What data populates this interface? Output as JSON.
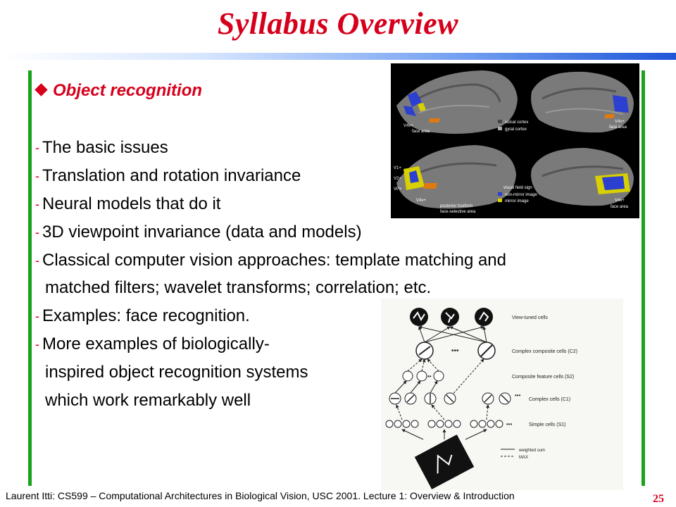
{
  "title": "Syllabus Overview",
  "section": "Object recognition",
  "items": [
    "The basic issues",
    "Translation and rotation invariance",
    "Neural models that do it",
    "3D viewpoint invariance (data and models)",
    "Classical computer vision approaches: template matching and",
    "matched filters; wavelet transforms; correlation; etc.",
    "Examples: face recognition.",
    "More examples of biologically-",
    "inspired object recognition systems",
    "which work remarkably well"
  ],
  "brain_figure": {
    "labels": [
      "V4v+",
      "face area",
      "sulcal cortex",
      "gyral cortex",
      "V4v+",
      "face area",
      "V1+",
      "V2+",
      "VP+",
      "V4v+",
      "posterior fusiform",
      "face-selective area",
      "visual field sign",
      "non-mirror image",
      "mirror image",
      "V4v+",
      "face area"
    ]
  },
  "network_figure": {
    "labels": [
      "View-tuned cells",
      "Complex composite cells (C2)",
      "Composite feature cells (S2)",
      "Complex cells (C1)",
      "Simple cells (S1)",
      "weighted sum",
      "MAX"
    ]
  },
  "footer": "Laurent Itti: CS599 – Computational Architectures in Biological Vision, USC 2001. Lecture 1: Overview & Introduction",
  "page_number": "25",
  "colors": {
    "title": "#d6001c",
    "accent_bar": "#1f56d8",
    "side_bars": "#1aa31a"
  }
}
